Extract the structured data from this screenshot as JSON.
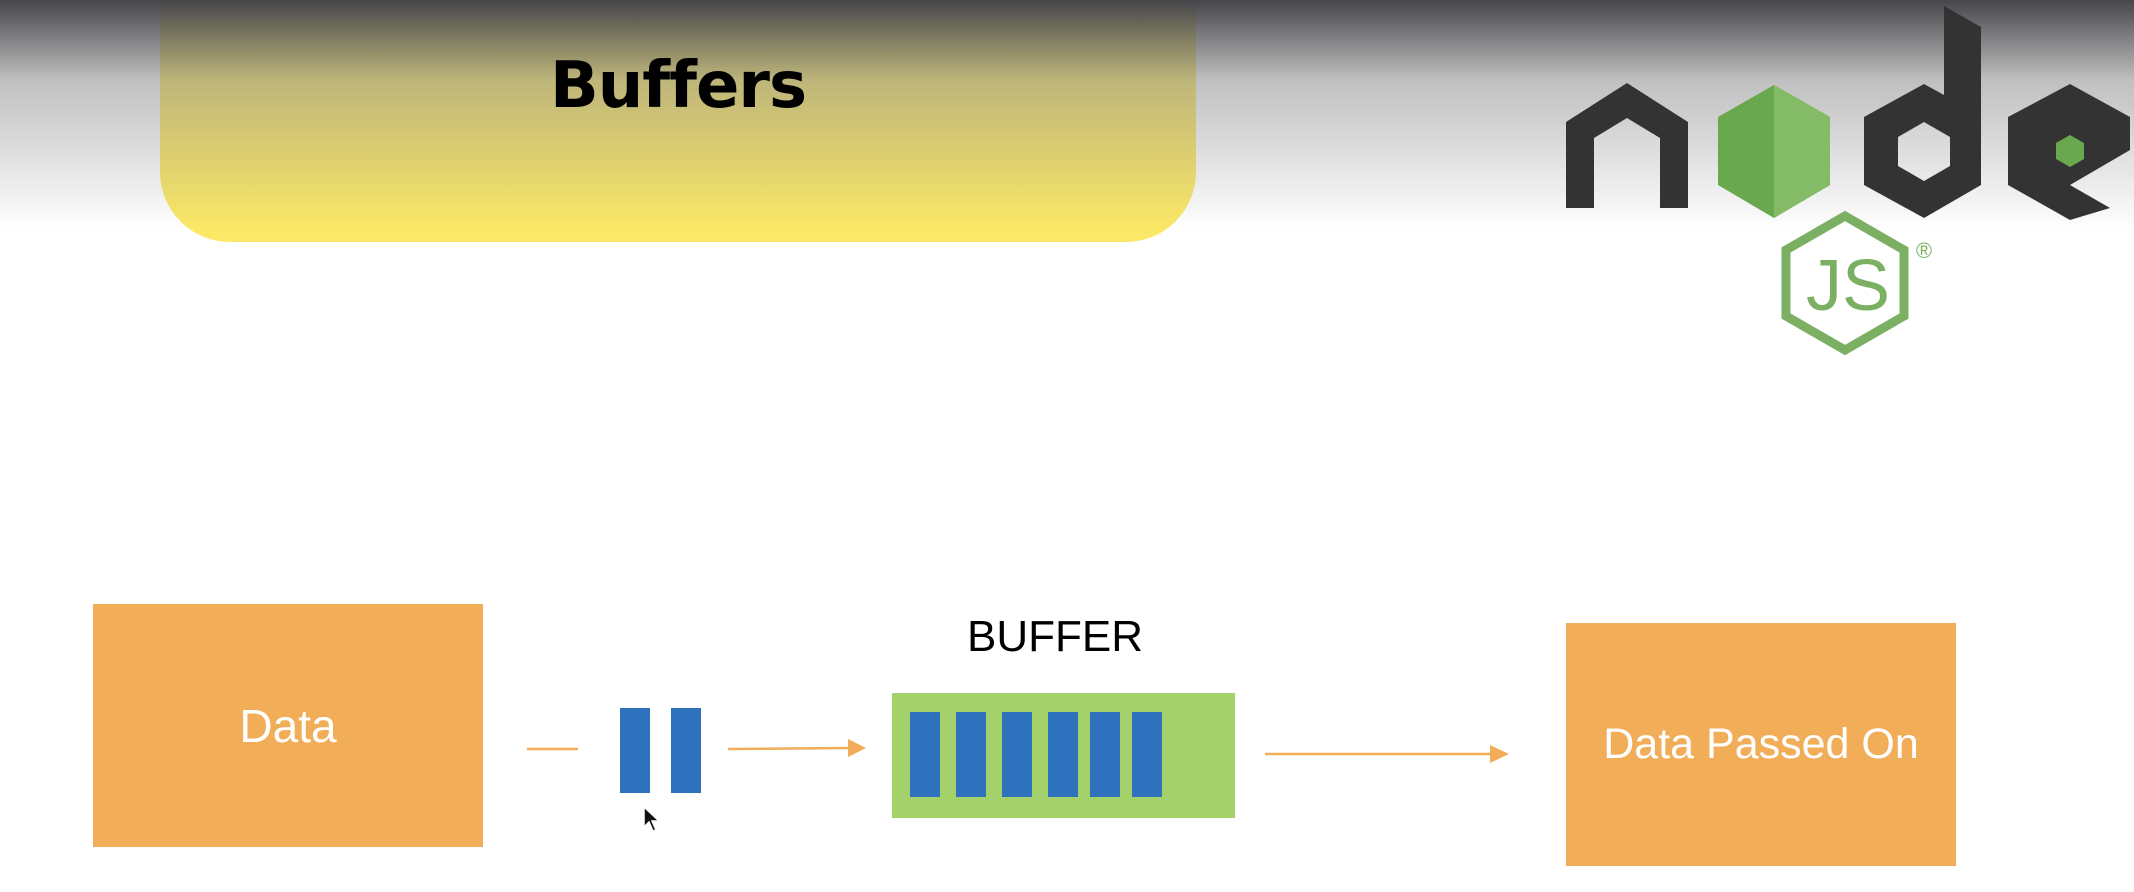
{
  "slide": {
    "title": "Buffers"
  },
  "logo": {
    "name": "node-js-logo",
    "wordmark": "node",
    "badge": "JS",
    "registered": "®",
    "colors": {
      "dark": "#333333",
      "green": "#6aa84f",
      "badge_green": "#7bb063"
    }
  },
  "diagram": {
    "source_label": "Data",
    "buffer_label": "BUFFER",
    "destination_label": "Data Passed On",
    "incoming_chunks": 2,
    "buffer_slots": 6,
    "colors": {
      "box_fill": "#f2ad58",
      "buffer_fill": "#a5d16a",
      "chunk_fill": "#2e72be",
      "arrow": "#f2ad58",
      "banner": "#fbe866"
    }
  }
}
